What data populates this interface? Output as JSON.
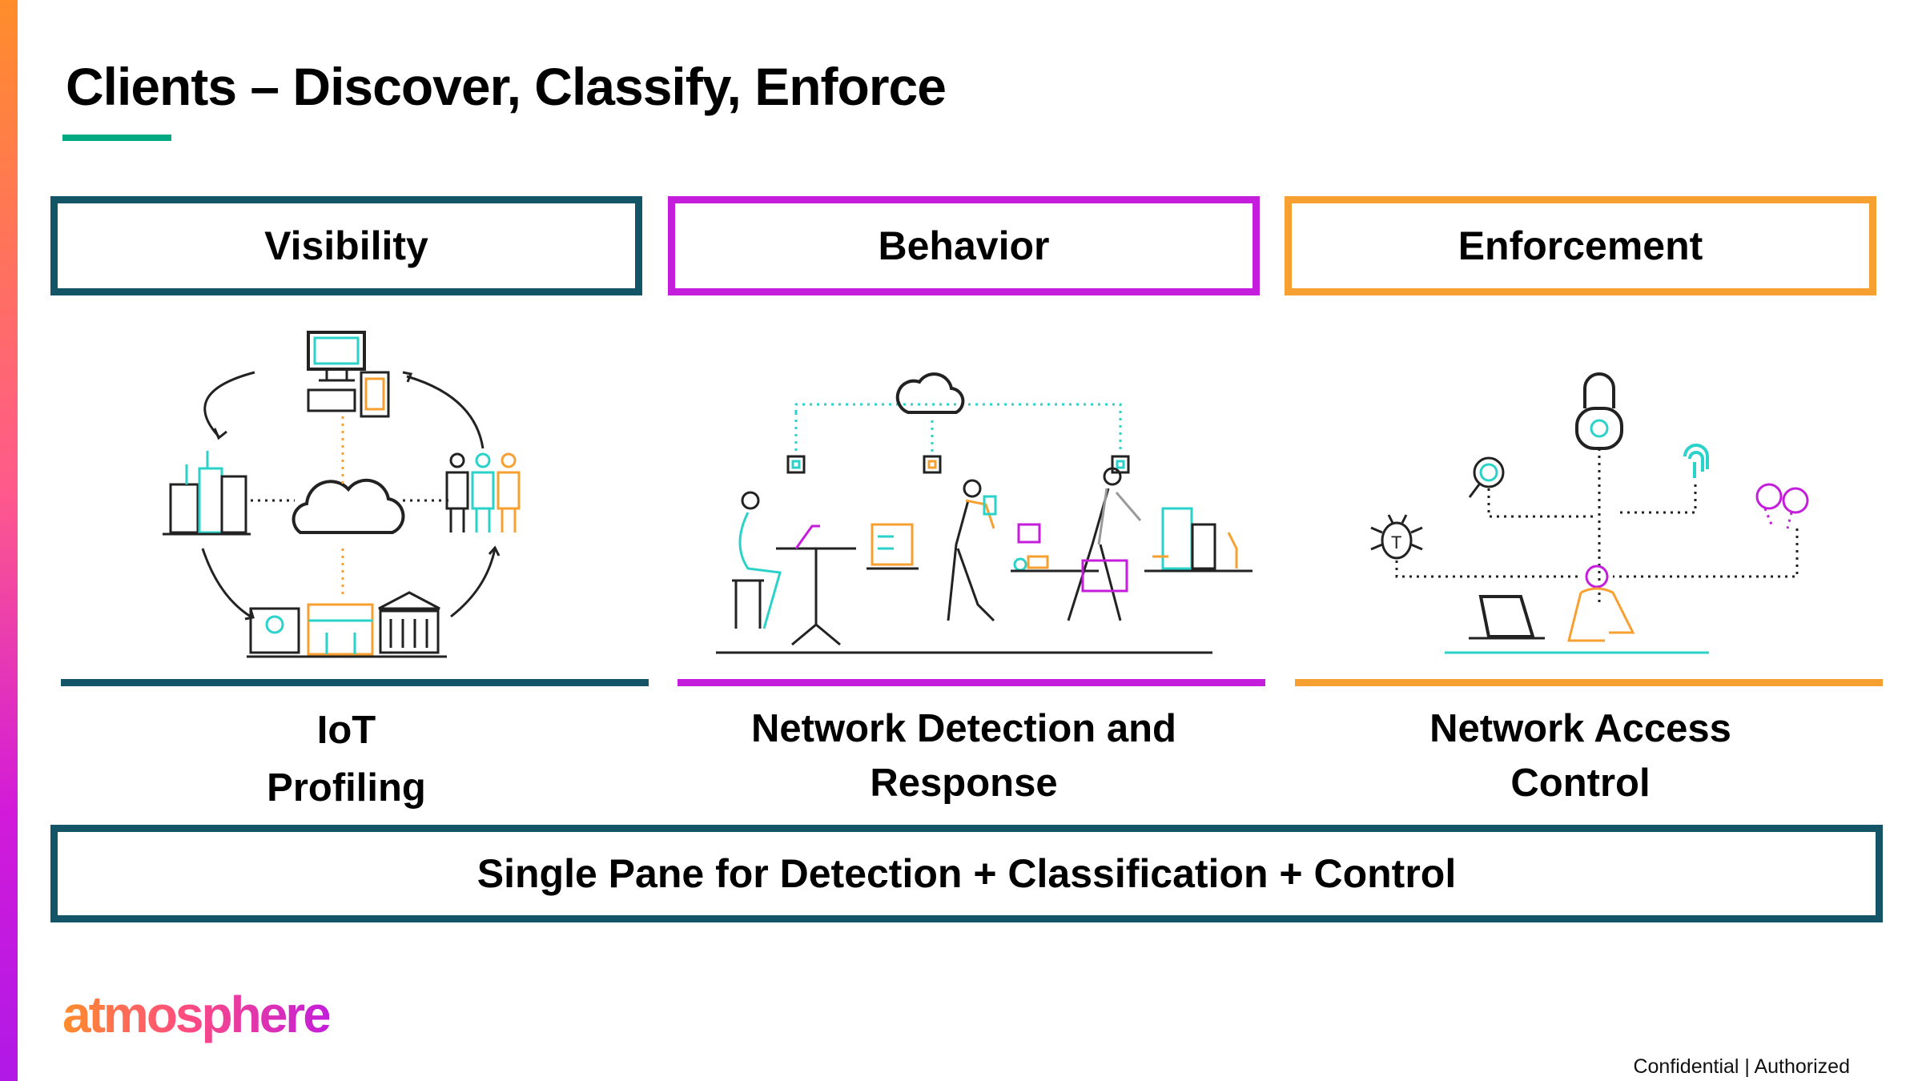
{
  "slide": {
    "title": "Clients – Discover, Classify, Enforce",
    "title_underline_color": "#01a982"
  },
  "pillars": [
    {
      "heading": "Visibility",
      "color": "#135566",
      "label_lines": [
        "IoT",
        "Profiling"
      ],
      "illustration": "iot-devices-cloud-cycle-icon"
    },
    {
      "heading": "Behavior",
      "color": "#c41ddb",
      "label_lines": [
        "Network Detection and",
        "Response"
      ],
      "illustration": "people-network-activity-icon"
    },
    {
      "heading": "Enforcement",
      "color": "#f7a032",
      "label_lines": [
        "Network Access",
        "Control"
      ],
      "illustration": "access-control-lock-icon"
    }
  ],
  "bottom_banner": "Single Pane for Detection + Classification + Control",
  "brand": {
    "logo_text": "atmosphere"
  },
  "footer": "Confidential | Authorized"
}
